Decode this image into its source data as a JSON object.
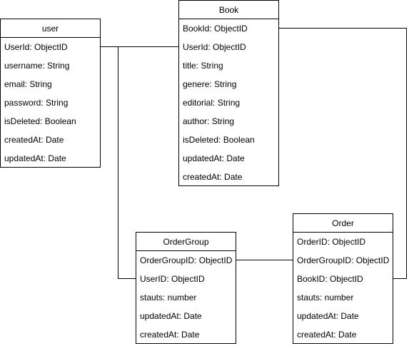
{
  "entities": {
    "user": {
      "title": "user",
      "fields": [
        "UserId: ObjectID",
        "username: String",
        "email: String",
        "password: String",
        "isDeleted: Boolean",
        "createdAt: Date",
        "updatedAt: Date"
      ]
    },
    "book": {
      "title": "Book",
      "fields": [
        "BookId: ObjectID",
        "UserId: ObjectID",
        "title: String",
        "genere: String",
        "editorial: String",
        "author: String",
        "isDeleted: Boolean",
        "updatedAt: Date",
        "createdAt: Date"
      ]
    },
    "order_group": {
      "title": "OrderGroup",
      "fields": [
        "OrderGroupID: ObjectID",
        "UserID: ObjectID",
        "stauts: number",
        "updatedAt: Date",
        "createdAt: Date"
      ]
    },
    "order": {
      "title": "Order",
      "fields": [
        "OrderID: ObjectID",
        "OrderGroupID: ObjectID",
        "BookID: ObjectID",
        "stauts: number",
        "updatedAt: Date",
        "createdAt: Date"
      ]
    }
  },
  "relationships": [
    {
      "from": "user.UserId",
      "to": "Book.UserId"
    },
    {
      "from": "user.UserId",
      "to": "OrderGroup.UserID"
    },
    {
      "from": "OrderGroup.OrderGroupID",
      "to": "Order.OrderGroupID"
    },
    {
      "from": "Book.BookId",
      "to": "Order.BookID"
    }
  ]
}
